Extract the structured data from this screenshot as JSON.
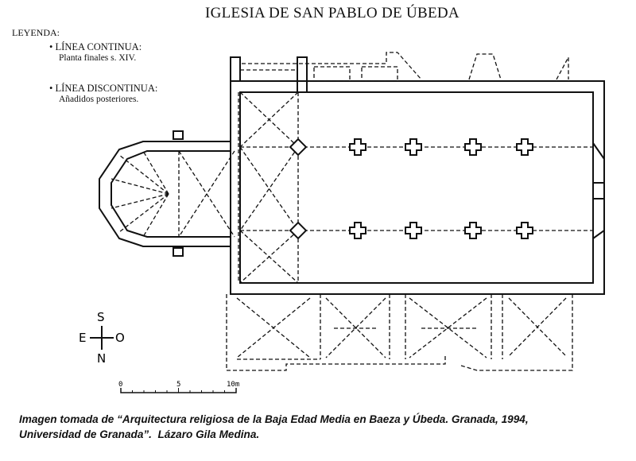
{
  "title": "IGLESIA DE SAN PABLO DE ÚBEDA",
  "legend": {
    "heading": "LEYENDA:",
    "items": [
      {
        "label": "LÍNEA CONTINUA:",
        "desc": "Planta finales s. XIV."
      },
      {
        "label": "LÍNEA DISCONTINUA:",
        "desc": "Añadidos posteriores."
      }
    ]
  },
  "compass": {
    "s": "S",
    "e": "E",
    "o": "O",
    "n": "N"
  },
  "scale": {
    "start": "0",
    "mid": "5",
    "end": "10m"
  },
  "caption": "Imagen tomada de “Arquitectura religiosa de la Baja Edad Media en Baeza y Úbeda. Granada, 1994,\nUniversidad de Granada”.  Lázaro Gila Medina."
}
